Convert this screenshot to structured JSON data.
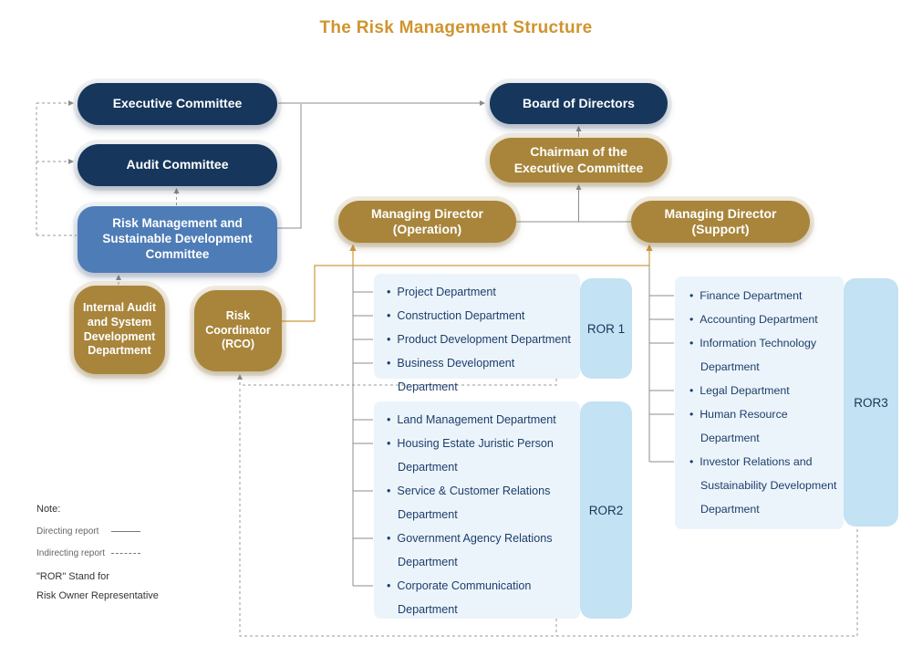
{
  "title": "The Risk Management Structure",
  "boxes": {
    "executive_committee": "Executive Committee",
    "audit_committee": "Audit Committee",
    "risk_committee": "Risk Management and Sustainable Development Committee",
    "internal_audit": "Internal Audit and System Development Department",
    "rco": "Risk Coordinator (RCO)",
    "board": "Board of Directors",
    "chairman": "Chairman of the Executive Committee",
    "md_operation": "Managing Director (Operation)",
    "md_support": "Managing Director (Support)"
  },
  "groups": {
    "ror1": {
      "label": "ROR 1",
      "items": [
        "Project Department",
        "Construction Department",
        "Product Development Department",
        "Business Development Department"
      ]
    },
    "ror2": {
      "label": "ROR2",
      "items": [
        "Land Management Department",
        "Housing Estate Juristic Person Department",
        "Service & Customer Relations Department",
        "Government Agency Relations Department",
        "Corporate Communication Department"
      ]
    },
    "ror3": {
      "label": "ROR3",
      "items": [
        "Finance Department",
        "Accounting Department",
        "Information Technology Department",
        "Legal Department",
        "Human Resource Department",
        "Investor Relations and Sustainability Development Department"
      ]
    }
  },
  "note": {
    "title": "Note:",
    "directing": "Directing report",
    "indirecting": "Indirecting report",
    "ror_stand_1": "\"ROR\" Stand for",
    "ror_stand_2": "Risk Owner Representative"
  },
  "colors": {
    "navy": "#16365c",
    "blue": "#4e7cb6",
    "gold": "#a8853b",
    "title_gold": "#d0942e",
    "panel_bg": "#ecf4fb",
    "ror_label_bg": "#c3e2f3",
    "line_gray": "#8c8c8c",
    "line_gold": "#cf9a3f",
    "item_text": "#1c3e6b"
  }
}
